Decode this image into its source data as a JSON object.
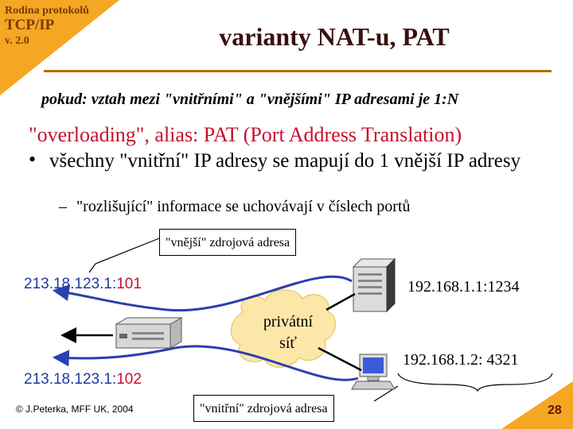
{
  "series": {
    "line1": "Rodina protokolů",
    "line2": "TCP/IP",
    "line3": "v. 2.0"
  },
  "title": "varianty NAT-u, PAT",
  "subtitle": "pokud: vztah mezi \"vnitřními\" a \"vnějšími\" IP adresami je 1:N",
  "heading": "\"overloading\", alias: PAT (Port Address Translation)",
  "bullet": {
    "marker": "•",
    "text": "všechny \"vnitřní\" IP adresy se mapují do 1 vnější IP adresy"
  },
  "sub_bullet": {
    "marker": "–",
    "text": "\"rozlišující\" informace se uchovávají v číslech portů"
  },
  "diagram": {
    "external_box": "\"vnější\" zdrojová adresa",
    "internal_box": "\"vnitřní\" zdrojová adresa",
    "external_addr_1": {
      "ip": "213.18.123.1:",
      "port": "101"
    },
    "external_addr_2": {
      "ip": "213.18.123.1:",
      "port": "102"
    },
    "host_1": "192.168.1.1:1234",
    "host_2": "192.168.1.2: 4321",
    "cloud_line1": "privátní",
    "cloud_line2": "síť"
  },
  "footer": "© J.Peterka, MFF UK, 2004",
  "page_number": "28",
  "colors": {
    "accent": "#f5a623",
    "heading": "#c8102e",
    "address": "#1f3aa0",
    "arrow": "#2b3fb0",
    "cloud": "#fde7a8"
  }
}
